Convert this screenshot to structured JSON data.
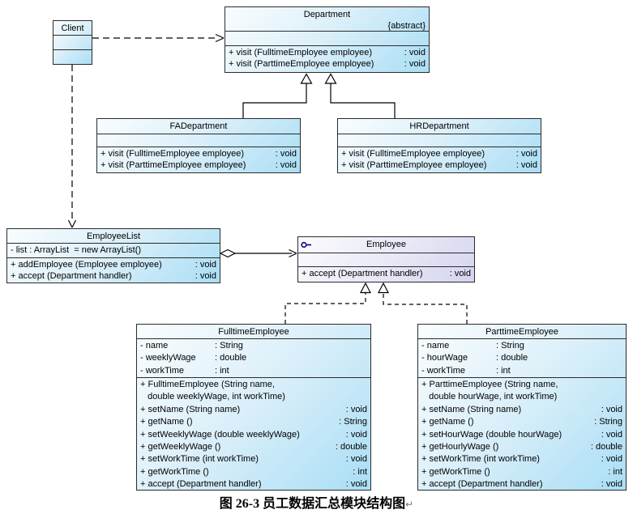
{
  "diagram": {
    "caption": "图 26-3 员工数据汇总模块结构图",
    "caption_mark": "↵"
  },
  "colors": {
    "class_fill_light": "#f9fdfe",
    "class_fill_dark": "#aadef5",
    "interface_fill_light": "#fbfbfe",
    "interface_fill_dark": "#d4d4ef",
    "border": "#2b2b2b",
    "background": "#ffffff",
    "interface_icon": "#00007f"
  },
  "classes": {
    "client": {
      "title": "Client"
    },
    "department": {
      "title": "Department",
      "stereotype": "{abstract}",
      "methods": [
        {
          "sig": "+ visit (FulltimeEmployee employee)",
          "ret": ": void"
        },
        {
          "sig": "+ visit (ParttimeEmployee employee)",
          "ret": ": void"
        }
      ]
    },
    "fa_department": {
      "title": "FADepartment",
      "methods": [
        {
          "sig": "+ visit (FulltimeEmployee employee)",
          "ret": ": void"
        },
        {
          "sig": "+ visit (ParttimeEmployee employee)",
          "ret": ": void"
        }
      ]
    },
    "hr_department": {
      "title": "HRDepartment",
      "methods": [
        {
          "sig": "+ visit (FulltimeEmployee employee)",
          "ret": ": void"
        },
        {
          "sig": "+ visit (ParttimeEmployee employee)",
          "ret": ": void"
        }
      ]
    },
    "employee_list": {
      "title": "EmployeeList",
      "attributes": [
        {
          "text": "- list : ArrayList  = new ArrayList()"
        }
      ],
      "methods": [
        {
          "sig": "+ addEmployee (Employee employee)",
          "ret": ": void"
        },
        {
          "sig": "+ accept (Department handler)",
          "ret": ": void"
        }
      ]
    },
    "employee": {
      "title": "Employee",
      "icon": "interface-lollipop",
      "methods": [
        {
          "sig": "+ accept (Department handler)",
          "ret": ": void"
        }
      ]
    },
    "fulltime_employee": {
      "title": "FulltimeEmployee",
      "attributes": [
        {
          "name": "- name",
          "type": ": String"
        },
        {
          "name": "- weeklyWage",
          "type": ": double"
        },
        {
          "name": "- workTime",
          "type": ": int"
        }
      ],
      "methods": [
        {
          "sig": "+ FulltimeEmployee (String name,",
          "ret": ""
        },
        {
          "sig": "   double weeklyWage, int workTime)",
          "ret": ""
        },
        {
          "sig": "+ setName (String name)",
          "ret": ": void"
        },
        {
          "sig": "+ getName ()",
          "ret": ": String"
        },
        {
          "sig": "+ setWeeklyWage (double weeklyWage)",
          "ret": ": void"
        },
        {
          "sig": "+ getWeeklyWage ()",
          "ret": ": double"
        },
        {
          "sig": "+ setWorkTime (int workTime)",
          "ret": ": void"
        },
        {
          "sig": "+ getWorkTime ()",
          "ret": ": int"
        },
        {
          "sig": "+ accept (Department handler)",
          "ret": ": void"
        }
      ]
    },
    "parttime_employee": {
      "title": "ParttimeEmployee",
      "attributes": [
        {
          "name": "- name",
          "type": ": String"
        },
        {
          "name": "- hourWage",
          "type": ": double"
        },
        {
          "name": "- workTime",
          "type": ": int"
        }
      ],
      "methods": [
        {
          "sig": "+ ParttimeEmployee (String name,",
          "ret": ""
        },
        {
          "sig": "   double hourWage, int workTime)",
          "ret": ""
        },
        {
          "sig": "+ setName (String name)",
          "ret": ": void"
        },
        {
          "sig": "+ getName ()",
          "ret": ": String"
        },
        {
          "sig": "+ setHourWage (double hourWage)",
          "ret": ": void"
        },
        {
          "sig": "+ getHourlyWage ()",
          "ret": ": double"
        },
        {
          "sig": "+ setWorkTime (int workTime)",
          "ret": ": void"
        },
        {
          "sig": "+ getWorkTime ()",
          "ret": ": int"
        },
        {
          "sig": "+ accept (Department handler)",
          "ret": ": void"
        }
      ]
    }
  }
}
